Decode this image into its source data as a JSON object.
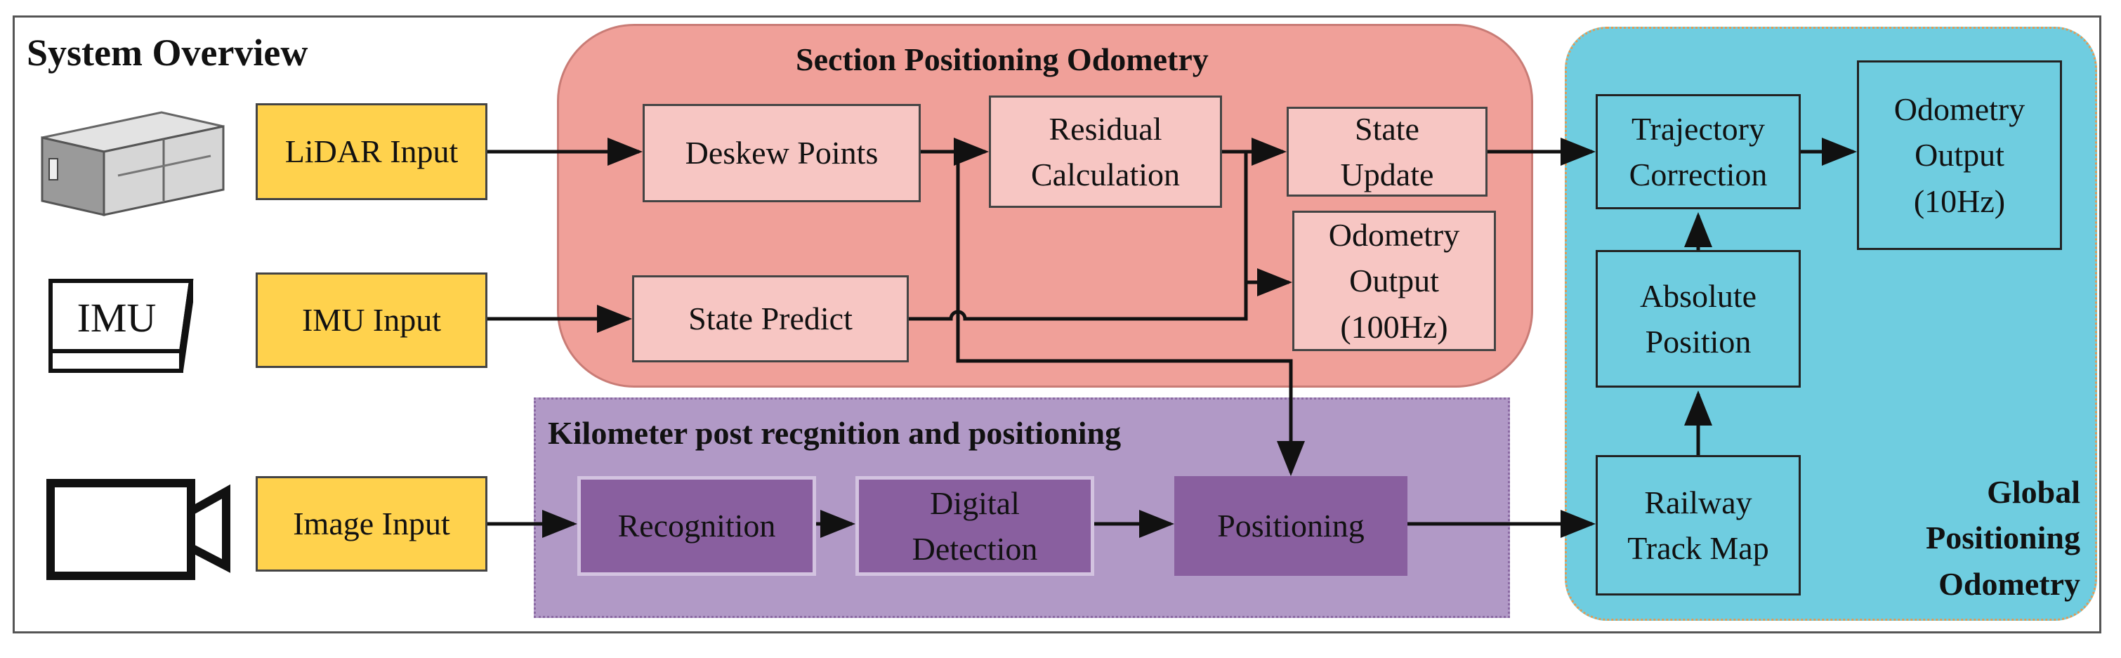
{
  "title": "System Overview",
  "regions": {
    "section_positioning": "Section Positioning Odometry",
    "kilometer_post": "Kilometer post recgnition and positioning",
    "global_positioning": "Global\nPositioning\nOdometry"
  },
  "device_icons": {
    "lidar": "lidar-device-icon",
    "imu": "imu-device-icon",
    "imu_text": "IMU",
    "camera": "camera-icon"
  },
  "inputs": {
    "lidar": "LiDAR Input",
    "imu": "IMU Input",
    "image": "Image Input"
  },
  "section_blocks": {
    "deskew": "Deskew Points",
    "residual": "Residual\nCalculation",
    "state_update": "State\nUpdate",
    "state_predict": "State Predict",
    "odometry_100": "Odometry\nOutput\n(100Hz)"
  },
  "kilometer_blocks": {
    "recognition": "Recognition",
    "digital_detection": "Digital\nDetection",
    "positioning": "Positioning"
  },
  "global_blocks": {
    "trajectory": "Trajectory\nCorrection",
    "odometry_10": "Odometry\nOutput\n(10Hz)",
    "absolute": "Absolute\nPosition",
    "railway": "Railway\nTrack Map"
  },
  "colors": {
    "input_fill": "#ffd24d",
    "section_region": "#f0a099",
    "section_block": "#f7c6c3",
    "kilometer_region": "#b199c6",
    "kilometer_block": "#895f9f",
    "global_region": "#6fcde0"
  }
}
